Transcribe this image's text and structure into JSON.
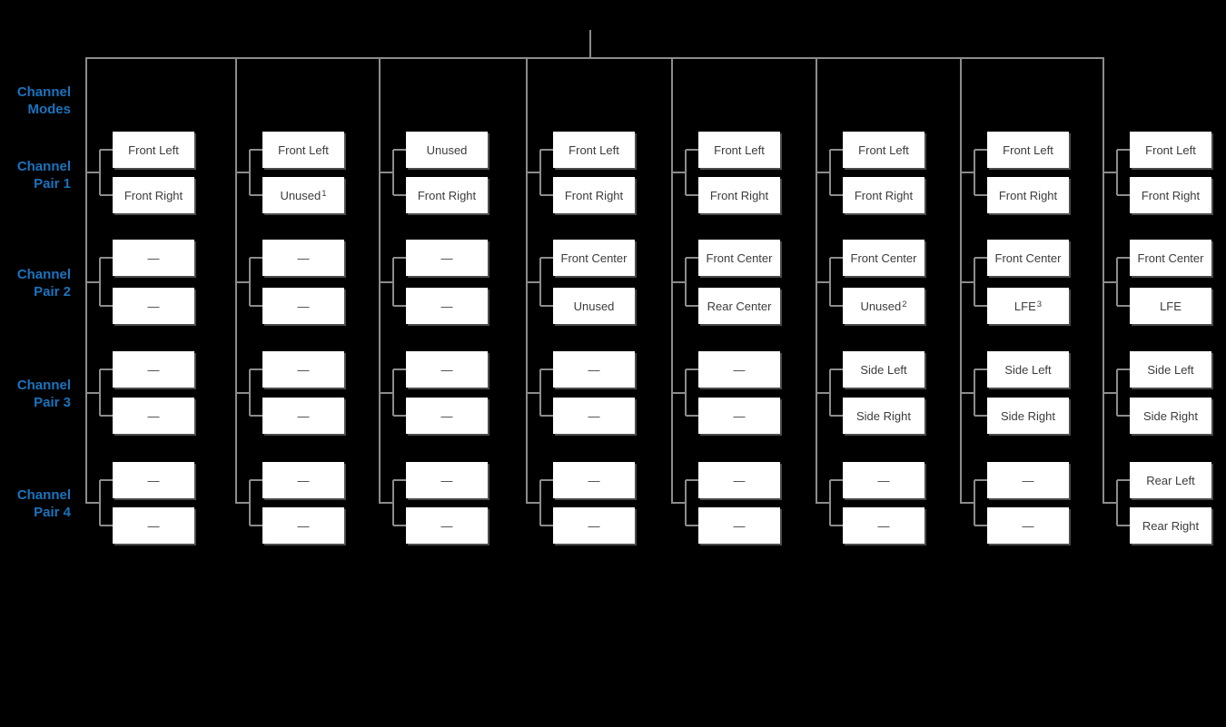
{
  "diagram": {
    "colors": {
      "background": "#000000",
      "connector_line": "#8c8c8c",
      "box_fill": "#ffffff",
      "box_text": "#3c3c3c",
      "label_text": "#1a73be"
    },
    "left_labels": [
      {
        "line1": "Channel",
        "line2": "Modes"
      },
      {
        "line1": "Channel",
        "line2": "Pair 1"
      },
      {
        "line1": "Channel",
        "line2": "Pair 2"
      },
      {
        "line1": "Channel",
        "line2": "Pair 3"
      },
      {
        "line1": "Channel",
        "line2": "Pair 4"
      }
    ],
    "columns": [
      {
        "pairs": [
          [
            {
              "label": "Front Left"
            },
            {
              "label": "Front Right"
            }
          ],
          [
            {
              "label": "—"
            },
            {
              "label": "—"
            }
          ],
          [
            {
              "label": "—"
            },
            {
              "label": "—"
            }
          ],
          [
            {
              "label": "—"
            },
            {
              "label": "—"
            }
          ]
        ]
      },
      {
        "pairs": [
          [
            {
              "label": "Front Left"
            },
            {
              "label": "Unused",
              "sup": "1"
            }
          ],
          [
            {
              "label": "—"
            },
            {
              "label": "—"
            }
          ],
          [
            {
              "label": "—"
            },
            {
              "label": "—"
            }
          ],
          [
            {
              "label": "—"
            },
            {
              "label": "—"
            }
          ]
        ]
      },
      {
        "pairs": [
          [
            {
              "label": "Unused"
            },
            {
              "label": "Front Right"
            }
          ],
          [
            {
              "label": "—"
            },
            {
              "label": "—"
            }
          ],
          [
            {
              "label": "—"
            },
            {
              "label": "—"
            }
          ],
          [
            {
              "label": "—"
            },
            {
              "label": "—"
            }
          ]
        ]
      },
      {
        "pairs": [
          [
            {
              "label": "Front Left"
            },
            {
              "label": "Front Right"
            }
          ],
          [
            {
              "label": "Front Center"
            },
            {
              "label": "Unused"
            }
          ],
          [
            {
              "label": "—"
            },
            {
              "label": "—"
            }
          ],
          [
            {
              "label": "—"
            },
            {
              "label": "—"
            }
          ]
        ]
      },
      {
        "pairs": [
          [
            {
              "label": "Front Left"
            },
            {
              "label": "Front Right"
            }
          ],
          [
            {
              "label": "Front Center"
            },
            {
              "label": "Rear Center"
            }
          ],
          [
            {
              "label": "—"
            },
            {
              "label": "—"
            }
          ],
          [
            {
              "label": "—"
            },
            {
              "label": "—"
            }
          ]
        ]
      },
      {
        "pairs": [
          [
            {
              "label": "Front Left"
            },
            {
              "label": "Front Right"
            }
          ],
          [
            {
              "label": "Front Center"
            },
            {
              "label": "Unused",
              "sup": "2"
            }
          ],
          [
            {
              "label": "Side Left"
            },
            {
              "label": "Side Right"
            }
          ],
          [
            {
              "label": "—"
            },
            {
              "label": "—"
            }
          ]
        ]
      },
      {
        "pairs": [
          [
            {
              "label": "Front Left"
            },
            {
              "label": "Front Right"
            }
          ],
          [
            {
              "label": "Front Center"
            },
            {
              "label": "LFE",
              "sup": "3"
            }
          ],
          [
            {
              "label": "Side Left"
            },
            {
              "label": "Side Right"
            }
          ],
          [
            {
              "label": "—"
            },
            {
              "label": "—"
            }
          ]
        ]
      },
      {
        "pairs": [
          [
            {
              "label": "Front Left"
            },
            {
              "label": "Front Right"
            }
          ],
          [
            {
              "label": "Front Center"
            },
            {
              "label": "LFE"
            }
          ],
          [
            {
              "label": "Side Left"
            },
            {
              "label": "Side Right"
            }
          ],
          [
            {
              "label": "Rear Left"
            },
            {
              "label": "Rear Right"
            }
          ]
        ]
      }
    ]
  }
}
